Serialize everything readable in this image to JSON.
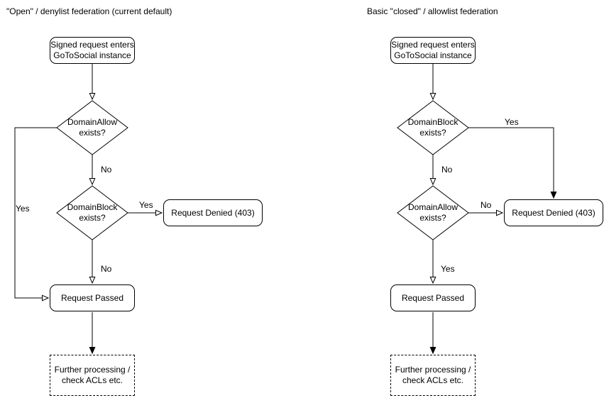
{
  "colors": {
    "stroke": "#000000",
    "background": "#ffffff",
    "text": "#000000"
  },
  "left": {
    "title": "\"Open\" / denylist federation (current default)",
    "nodes": {
      "start": "Signed request enters\nGoToSocial instance",
      "decision_allow": "DomainAllow\nexists?",
      "decision_block": "DomainBlock\nexists?",
      "denied": "Request Denied (403)",
      "passed": "Request Passed",
      "further": "Further processing /\ncheck ACLs etc."
    },
    "edges": {
      "allow_no": "No",
      "allow_yes": "Yes",
      "block_yes": "Yes",
      "block_no": "No"
    }
  },
  "right": {
    "title": "Basic \"closed\" / allowlist federation",
    "nodes": {
      "start": "Signed request enters\nGoToSocial instance",
      "decision_block": "DomainBlock\nexists?",
      "decision_allow": "DomainAllow\nexists?",
      "denied": "Request Denied (403)",
      "passed": "Request Passed",
      "further": "Further processing /\ncheck ACLs etc."
    },
    "edges": {
      "block_no": "No",
      "block_yes": "Yes",
      "allow_no": "No",
      "allow_yes": "Yes"
    }
  }
}
